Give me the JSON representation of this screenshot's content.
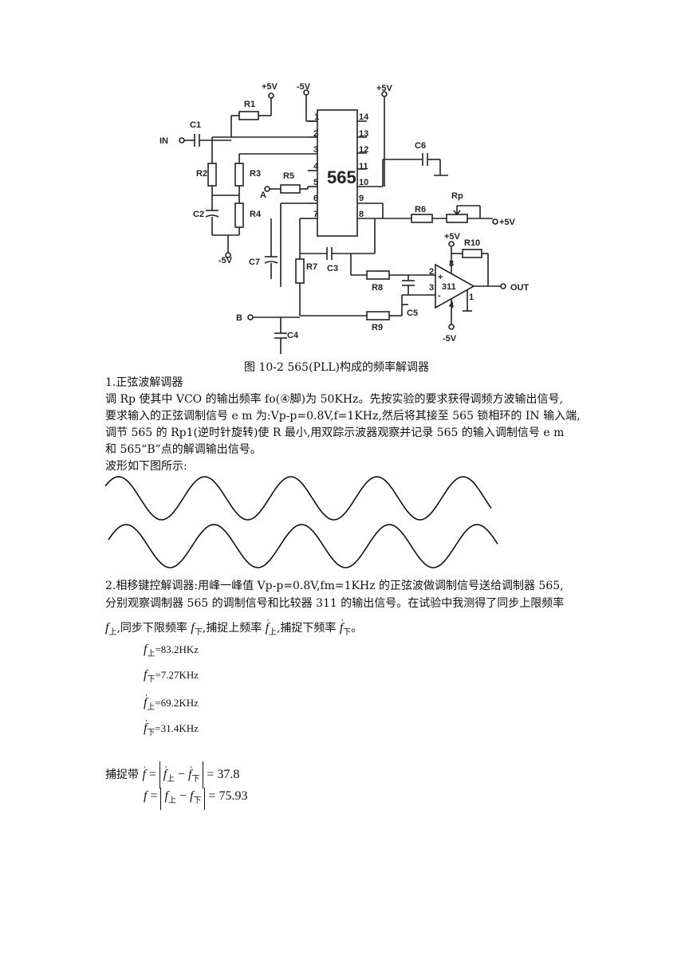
{
  "circuit": {
    "chip_label": "565",
    "components": [
      "R1",
      "R2",
      "R3",
      "R4",
      "R5",
      "R6",
      "R7",
      "R8",
      "R9",
      "R10",
      "C1",
      "C2",
      "C3",
      "C4",
      "C5",
      "C6",
      "C7",
      "Rp"
    ],
    "pins": [
      "1",
      "2",
      "3",
      "4",
      "5",
      "6",
      "7",
      "8",
      "14",
      "13",
      "12",
      "11",
      "10",
      "9"
    ],
    "supply_plus": "+5V",
    "supply_minus": "-5V",
    "input_label": "IN",
    "a_label": "A",
    "b_label": "B",
    "comparator": "311",
    "out_label": "OUT",
    "caption": "图 10-2    565(PLL)构成的频率解调器"
  },
  "section1": {
    "title": "1.正弦波解调器",
    "para": [
      "调 Rp 使其中 VCO 的输出频率 fo(④脚)为 50KHz。先按实验的要求获得调频方波输出信号,",
      "要求输入的正弦调制信号 e m 为:Vp-p=0.8V,f=1KHz,然后将其接至 565 锁相环的 IN 输入端,",
      "调节 565 的 Rp1(逆时针旋转)使 R 最小,用双踪示波器观察并记录 565 的输入调制信号 e m",
      "和 565“B”点的解调输出信号。"
    ],
    "wave_caption": "波形如下图所示:"
  },
  "section2": {
    "para": [
      "2.相移键控解调器:用峰一峰值 Vp-p=0.8V,fm=1KHz 的正弦波做调制信号送给调制器 565,",
      "分别观察调制器 565 的调制信号和比较器 311 的输出信号。在试验中我测得了同步上限频率"
    ],
    "line3_a": ",同步下限频率",
    "line3_b": ",捕捉上频率",
    "line3_c": ",捕捉下频率",
    "line3_d": "。",
    "f": "f",
    "sub_up": "上",
    "sub_down": "下",
    "prime": "'",
    "measurements": [
      "=83.2HKz",
      "=7.27KHz",
      "=69.2KHz",
      "=31.4KHz"
    ],
    "capture_label": "捕捉带",
    "eq1_result": "= 37.8",
    "eq2_result": "= 75.93",
    "eq_equals": "=",
    "minus": "−"
  }
}
